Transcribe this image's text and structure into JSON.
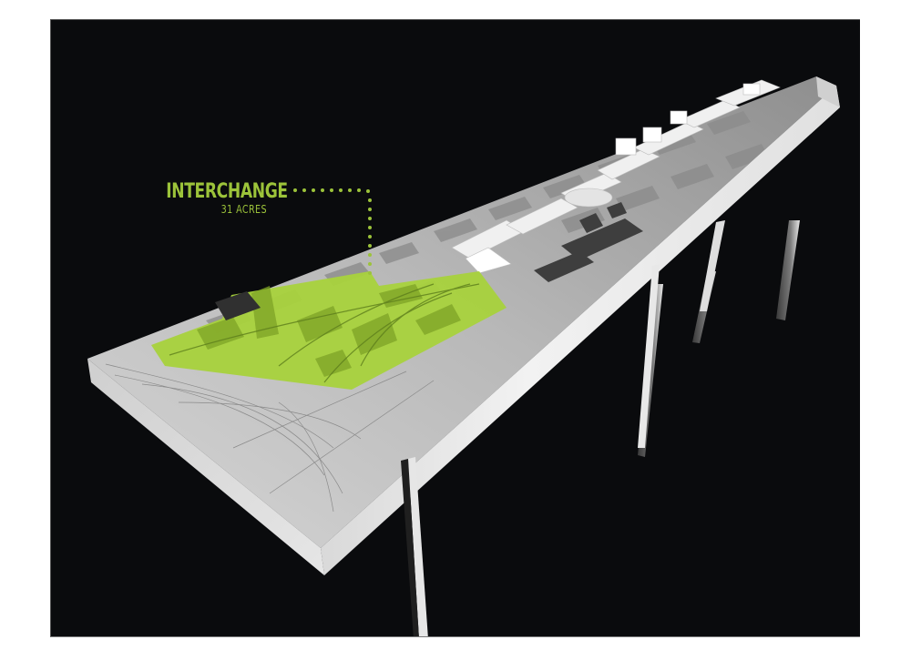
{
  "annotation": {
    "title": "INTERCHANGE",
    "subtitle": "31 ACRES",
    "color": "#9cc33a"
  },
  "scene": {
    "description": "Architectural site model on a long white table with legs, photographed on black background",
    "background_color": "#0a0b0d",
    "highlight_zone_color": "#a8d23c",
    "table_color": "#e8e8e8"
  }
}
